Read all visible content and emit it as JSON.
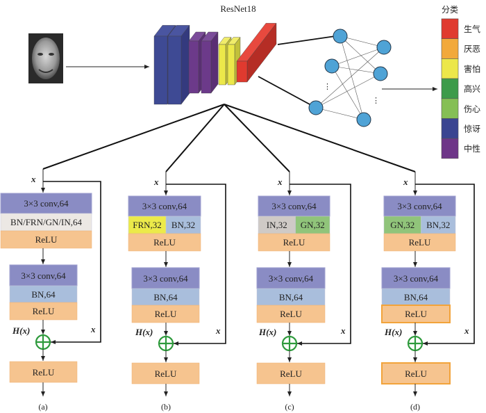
{
  "title": "ResNet18",
  "legend": {
    "title": "分类",
    "items": [
      {
        "label": "生气",
        "color": "#e03a2f"
      },
      {
        "label": "厌恶",
        "color": "#f2a93b"
      },
      {
        "label": "害怕",
        "color": "#ece74a"
      },
      {
        "label": "高兴",
        "color": "#3d9b4a"
      },
      {
        "label": "伤心",
        "color": "#85bf55"
      },
      {
        "label": "惊讶",
        "color": "#3a4591"
      },
      {
        "label": "中性",
        "color": "#6e3688"
      }
    ]
  },
  "colors": {
    "conv": "#8a8cc4",
    "bn": "#a9bedc",
    "relu": "#f6c48f",
    "neuron": "#4fa3d6",
    "plus": "#2e9a3c",
    "highlight_border": "#f2a33a"
  },
  "labels": {
    "x": "x",
    "hx": "H(x)"
  },
  "panels": [
    {
      "caption": "(a)",
      "b1": {
        "conv": "3×3 conv,64",
        "norm": [
          {
            "label": "BN/FRN/GN/IN,64",
            "color": "#ece8e4"
          }
        ],
        "relu": "ReLU"
      },
      "b2": {
        "conv": "3×3 conv,64",
        "norm": "BN,64",
        "relu": "ReLU"
      },
      "out": "ReLU",
      "highlight": false
    },
    {
      "caption": "(b)",
      "b1": {
        "conv": "3×3 conv,64",
        "norm": [
          {
            "label": "FRN,32",
            "color": "#ecea4a"
          },
          {
            "label": "BN,32",
            "color": "#a9bedc"
          }
        ],
        "relu": "ReLU"
      },
      "b2": {
        "conv": "3×3 conv,64",
        "norm": "BN,64",
        "relu": "ReLU"
      },
      "out": "ReLU",
      "highlight": false
    },
    {
      "caption": "(c)",
      "b1": {
        "conv": "3×3 conv,64",
        "norm": [
          {
            "label": "IN,32",
            "color": "#cfcac6"
          },
          {
            "label": "GN,32",
            "color": "#90c47a"
          }
        ],
        "relu": "ReLU"
      },
      "b2": {
        "conv": "3×3 conv,64",
        "norm": "BN,64",
        "relu": "ReLU"
      },
      "out": "ReLU",
      "highlight": false
    },
    {
      "caption": "(d)",
      "b1": {
        "conv": "3×3 conv,64",
        "norm": [
          {
            "label": "GN,32",
            "color": "#90c47a"
          },
          {
            "label": "BN,32",
            "color": "#a9bedc"
          }
        ],
        "relu": "ReLU"
      },
      "b2": {
        "conv": "3×3 conv,64",
        "norm": "BN,64",
        "relu": "ReLU"
      },
      "out": "ReLU",
      "highlight": true
    }
  ]
}
